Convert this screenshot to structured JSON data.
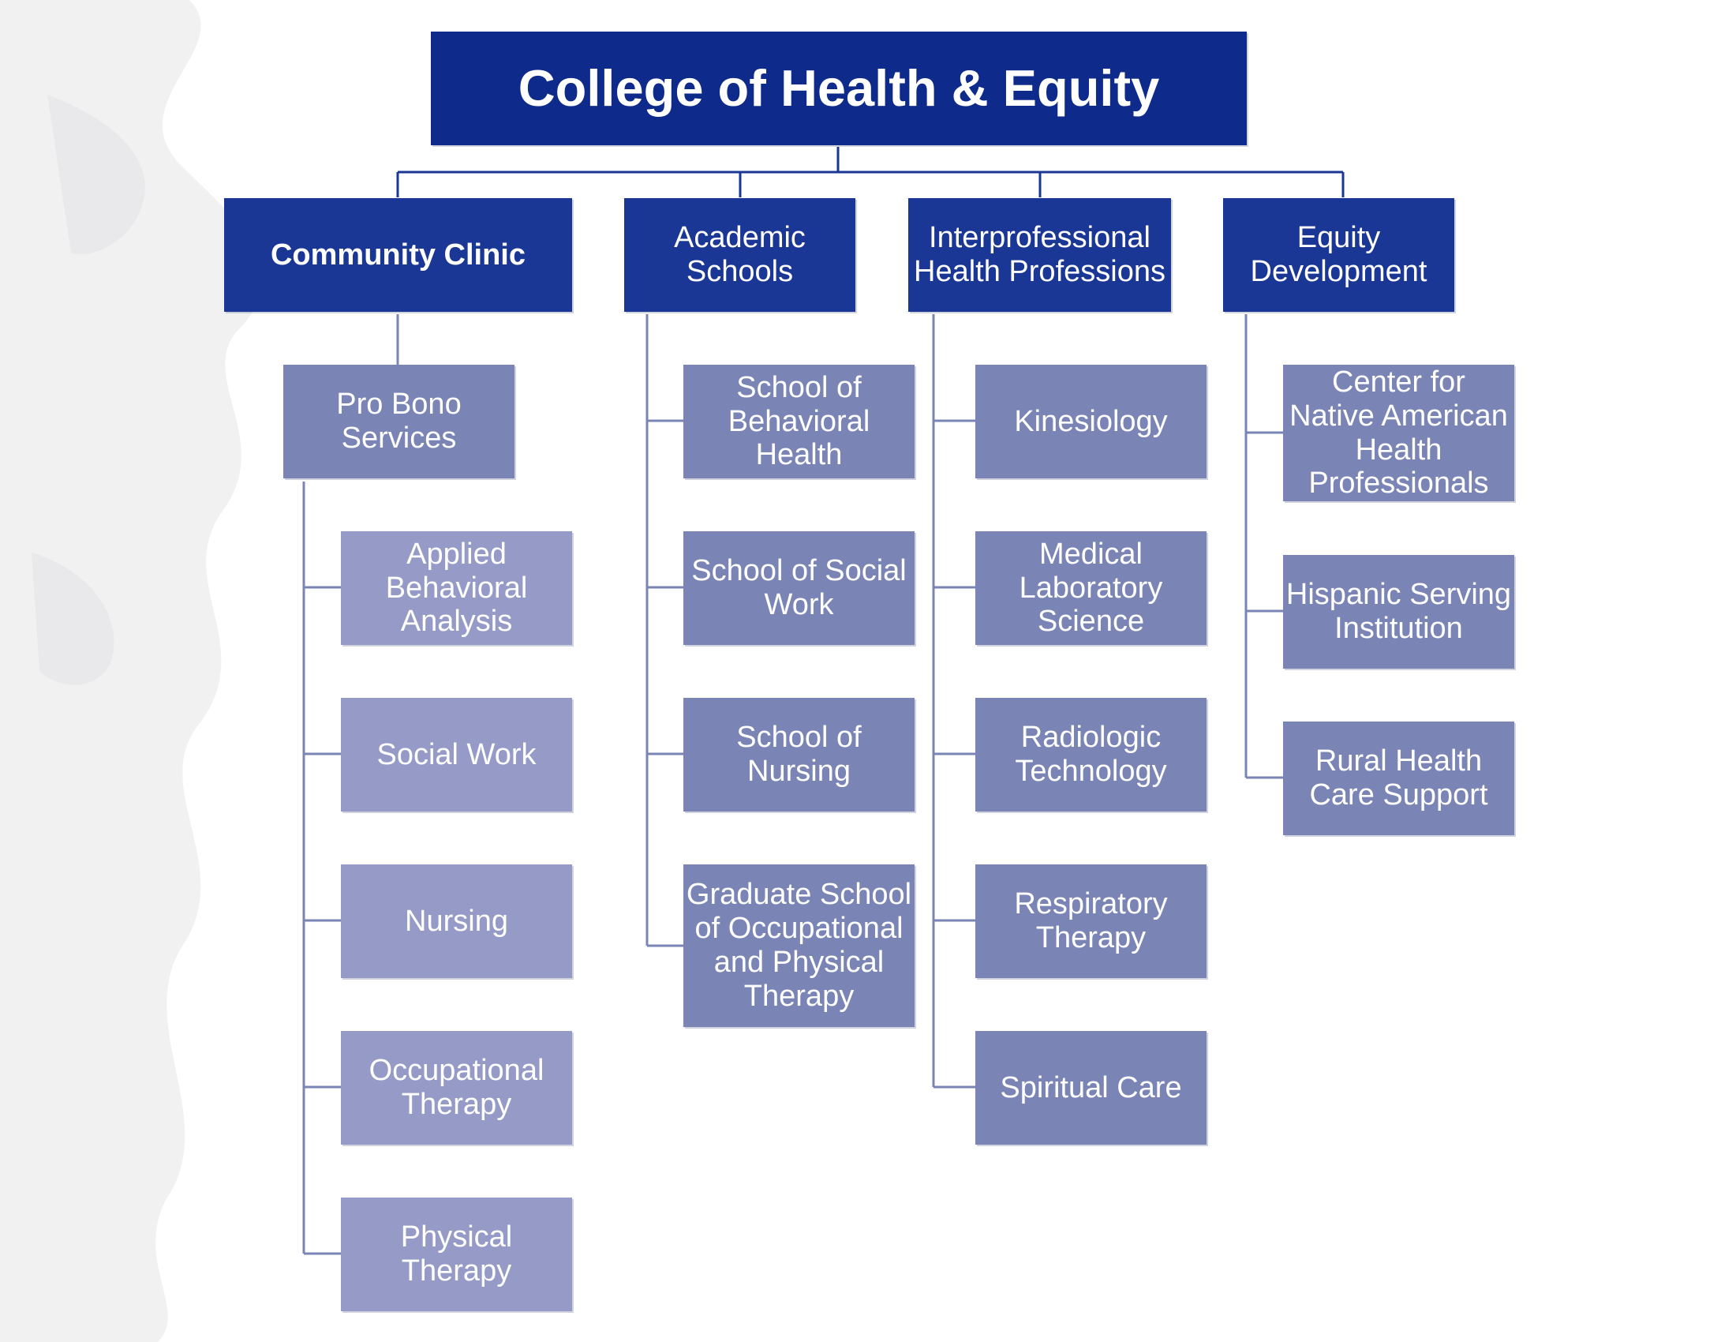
{
  "chart": {
    "title": "College of Health & Equity",
    "branches": {
      "community_clinic": {
        "label": "Community Clinic",
        "child": {
          "label": "Pro Bono\nServices",
          "children": [
            "Applied\nBehavioral\nAnalysis",
            "Social Work",
            "Nursing",
            "Occupational\nTherapy",
            "Physical\nTherapy"
          ]
        }
      },
      "academic_schools": {
        "label": "Academic\nSchools",
        "children": [
          "School of\nBehavioral\nHealth",
          "School of Social\nWork",
          "School of\nNursing",
          "Graduate School\nof Occupational\nand Physical\nTherapy"
        ]
      },
      "interprofessional": {
        "label": "Interprofessional\nHealth Professions",
        "children": [
          "Kinesiology",
          "Medical\nLaboratory\nScience",
          "Radiologic\nTechnology",
          "Respiratory\nTherapy",
          "Spiritual Care"
        ]
      },
      "equity_development": {
        "label": "Equity\nDevelopment",
        "children": [
          "Center for\nNative American\nHealth\nProfessionals",
          "Hispanic Serving\nInstitution",
          "Rural Health\nCare Support"
        ]
      }
    }
  },
  "colors": {
    "root": "#0e2a8a",
    "branch": "#1b3796",
    "child": "#7a84b5",
    "grandchild": "#959bc6",
    "connector_top": "#1b3796",
    "connector": "#7a84b5"
  }
}
